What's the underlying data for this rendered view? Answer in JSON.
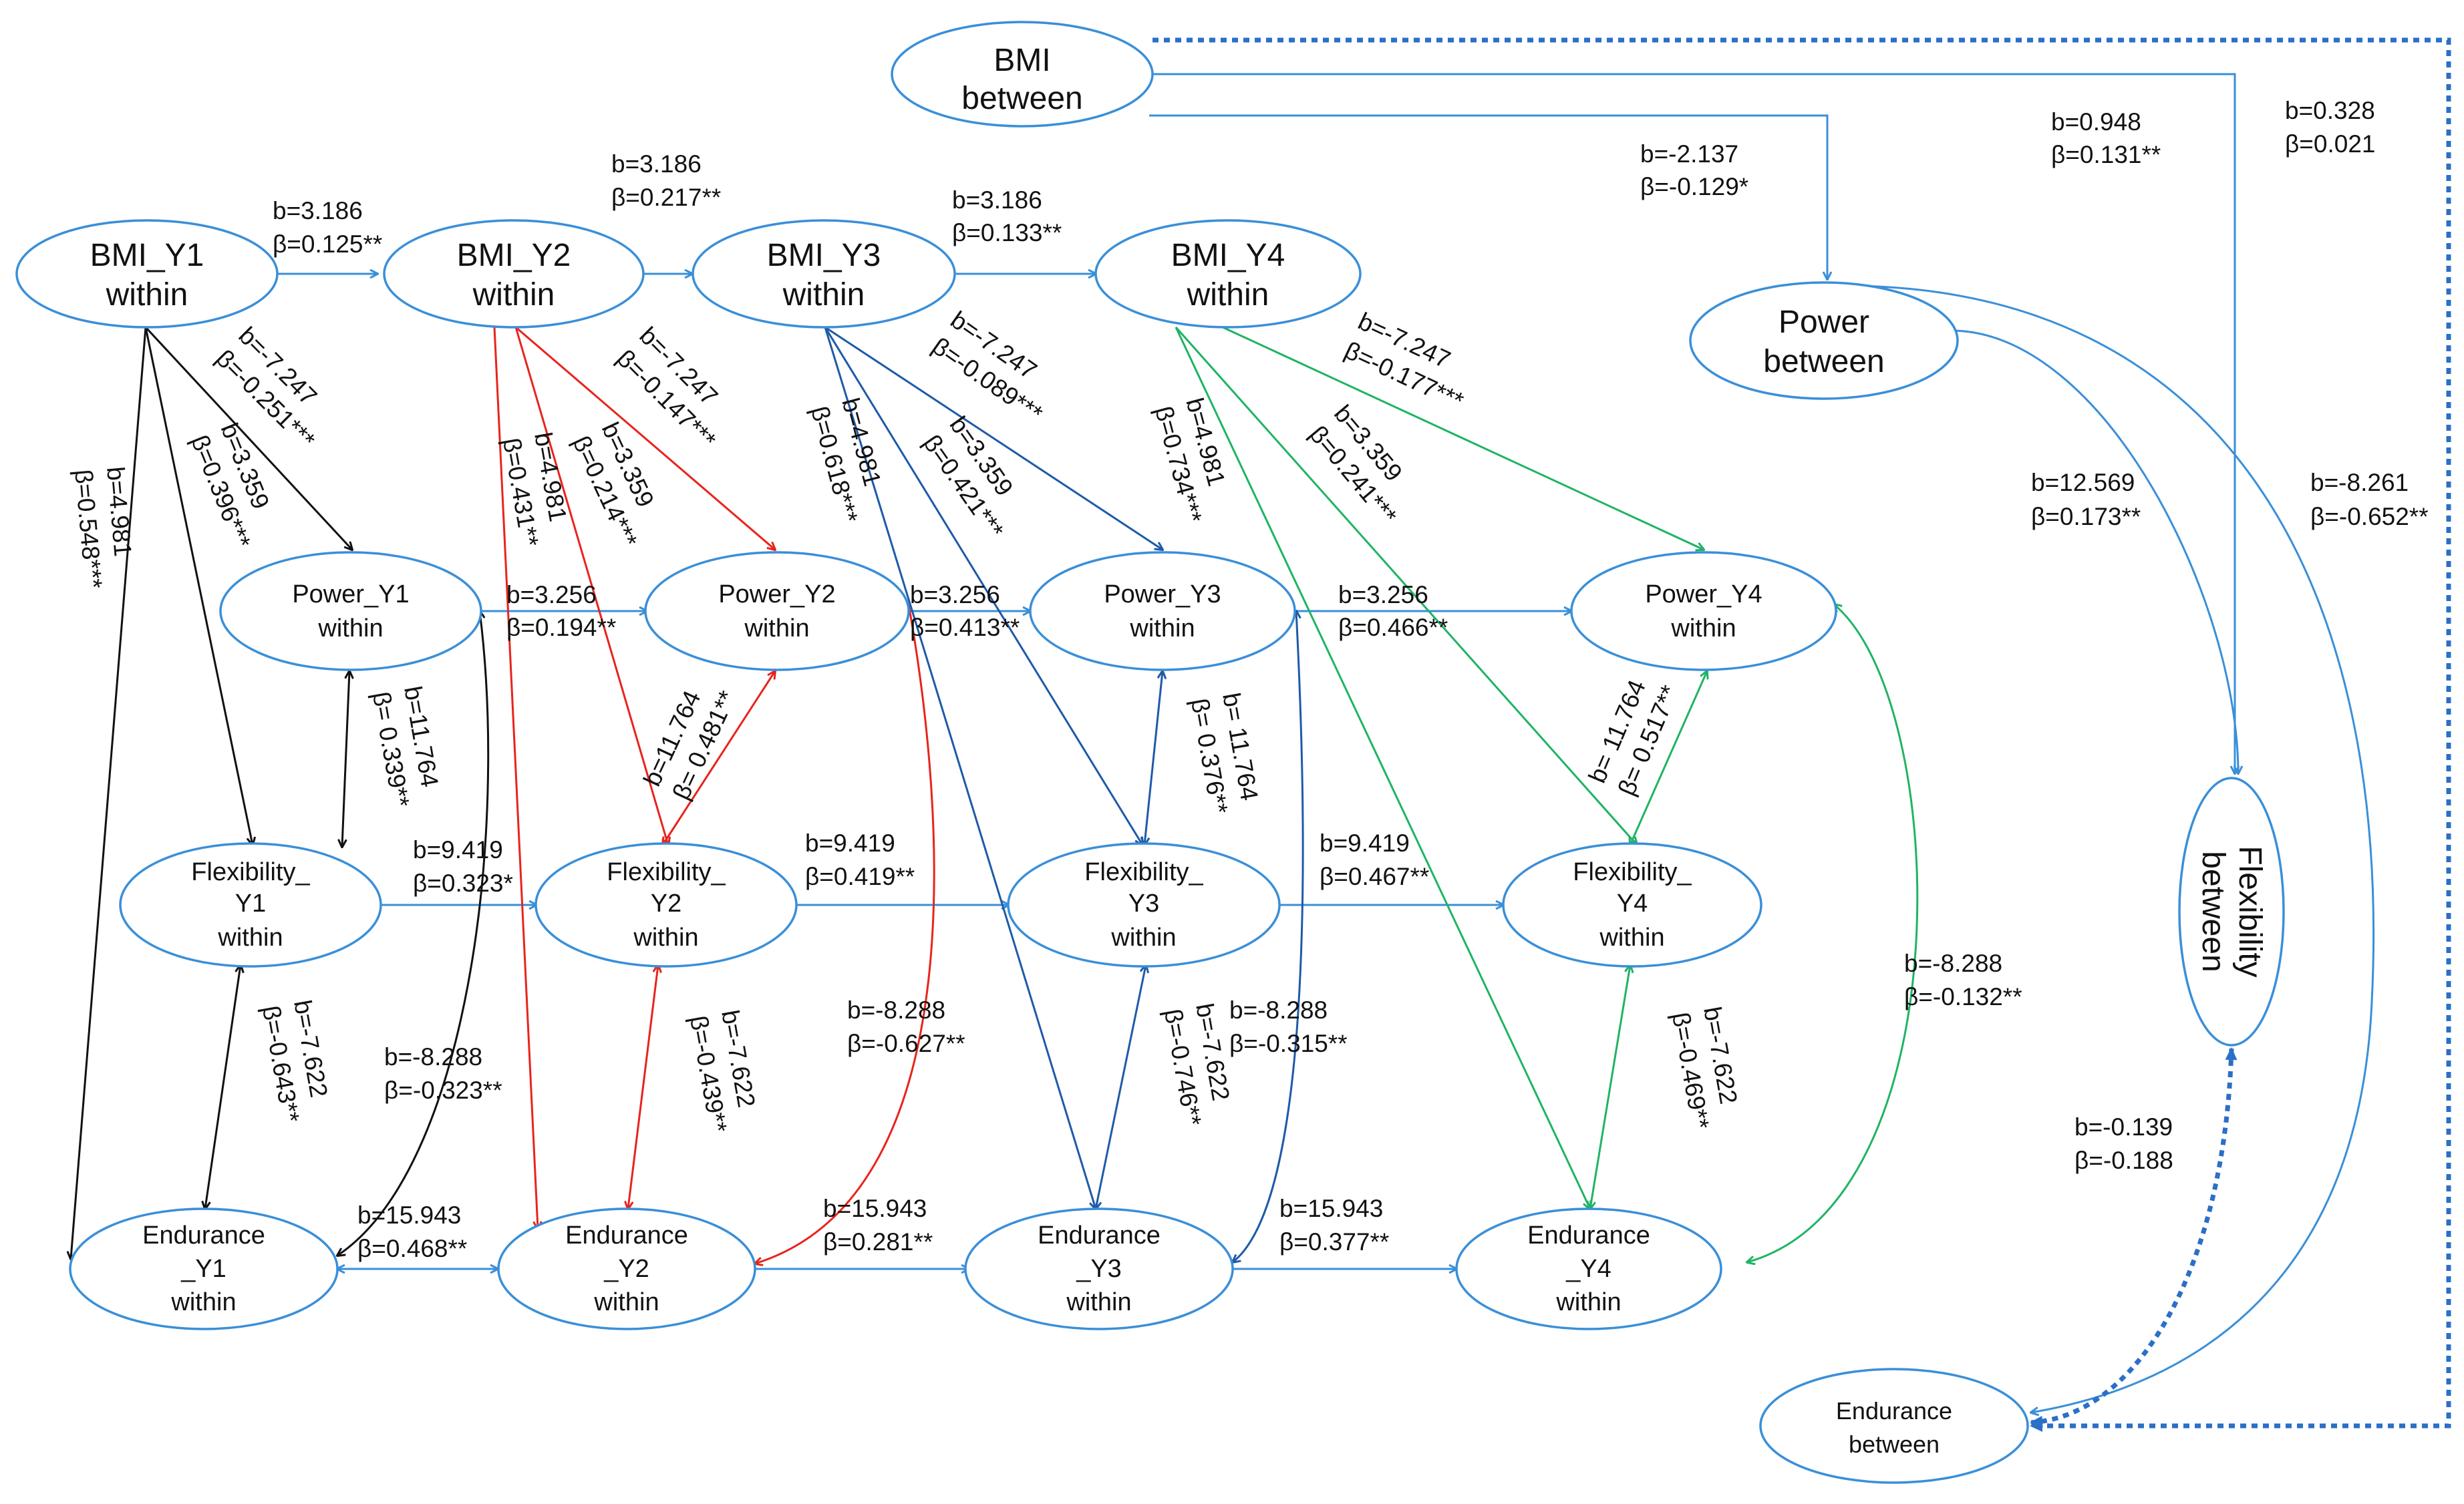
{
  "colors": {
    "node_stroke": "#3a8fd8",
    "blue": "#3a8fd8",
    "black": "#111111",
    "red": "#e8241c",
    "navy": "#1f5aa8",
    "green": "#1fb464",
    "dotted": "#2a6fc8"
  },
  "nodes": {
    "bmi_between": [
      "BMI",
      "between"
    ],
    "power_between": [
      "Power",
      "between"
    ],
    "flexibility_between": [
      "Flexibility",
      "between"
    ],
    "endurance_between": [
      "Endurance",
      "between"
    ],
    "bmi_y1": [
      "BMI_Y1",
      "within"
    ],
    "bmi_y2": [
      "BMI_Y2",
      "within"
    ],
    "bmi_y3": [
      "BMI_Y3",
      "within"
    ],
    "bmi_y4": [
      "BMI_Y4",
      "within"
    ],
    "power_y1": [
      "Power_Y1",
      "within"
    ],
    "power_y2": [
      "Power_Y2",
      "within"
    ],
    "power_y3": [
      "Power_Y3",
      "within"
    ],
    "power_y4": [
      "Power_Y4",
      "within"
    ],
    "flex_y1": [
      "Flexibility_",
      "Y1",
      "within"
    ],
    "flex_y2": [
      "Flexibility_",
      "Y2",
      "within"
    ],
    "flex_y3": [
      "Flexibility_",
      "Y3",
      "within"
    ],
    "flex_y4": [
      "Flexibility_",
      "Y4",
      "within"
    ],
    "end_y1": [
      "Endurance",
      "_Y1",
      "within"
    ],
    "end_y2": [
      "Endurance",
      "_Y2",
      "within"
    ],
    "end_y3": [
      "Endurance",
      "_Y3",
      "within"
    ],
    "end_y4": [
      "Endurance",
      "_Y4",
      "within"
    ]
  },
  "labels": {
    "bmi_y1_y2": [
      "b=3.186",
      "β=0.125**"
    ],
    "bmi_y2_y3": [
      "b=3.186",
      "β=0.217**"
    ],
    "bmi_y3_y4": [
      "b=3.186",
      "β=0.133**"
    ],
    "bmi_between_power": [
      "b=-2.137",
      "β=-0.129*"
    ],
    "bmi_between_flex": [
      "b=0.948",
      "β=0.131**"
    ],
    "bmi_between_end": [
      "b=0.328",
      "β=0.021"
    ],
    "power_flex_between": [
      "b=12.569",
      "β=0.173**"
    ],
    "power_end_between": [
      "b=-8.261",
      "β=-0.652**"
    ],
    "flex_end_between": [
      "b=-0.139",
      "β=-0.188"
    ],
    "bmi1_power": [
      "b=-7.247",
      "β=-0.251***"
    ],
    "bmi1_flex": [
      "b=3.359",
      "β=0.396***"
    ],
    "bmi1_end": [
      "b=4.981",
      "β=0.548***"
    ],
    "bmi2_power": [
      "b=-7.247",
      "β=-0.147***"
    ],
    "bmi2_flex": [
      "b=3.359",
      "β=0.214***"
    ],
    "bmi2_end": [
      "b=4.981",
      "β=0.431**"
    ],
    "bmi3_power": [
      "b=-7.247",
      "β=-0.089***"
    ],
    "bmi3_flex": [
      "b=3.359",
      "β=0.421***"
    ],
    "bmi3_end": [
      "b=4.981",
      "β=0.618***"
    ],
    "bmi4_power": [
      "b=-7.247",
      "β=-0.177***"
    ],
    "bmi4_flex": [
      "b=3.359",
      "β=0.241***"
    ],
    "bmi4_end": [
      "b=4.981",
      "β=0.734***"
    ],
    "power_y1_y2": [
      "b=3.256",
      "β=0.194**"
    ],
    "power_y2_y3": [
      "b=3.256",
      "β=0.413**"
    ],
    "power_y3_y4": [
      "b=3.256",
      "β=0.466**"
    ],
    "flex_y1_y2": [
      "b=9.419",
      "β=0.323*"
    ],
    "flex_y2_y3": [
      "b=9.419",
      "β=0.419**"
    ],
    "flex_y3_y4": [
      "b=9.419",
      "β=0.467**"
    ],
    "end_y1_y2": [
      "b=15.943",
      "β=0.468**"
    ],
    "end_y2_y3": [
      "b=15.943",
      "β=0.281**"
    ],
    "end_y3_y4": [
      "b=15.943",
      "β=0.377**"
    ],
    "pf_y1": [
      "b=11.764",
      "β= 0.339**"
    ],
    "pf_y2": [
      "b=11.764",
      "β= 0.481**"
    ],
    "pf_y3": [
      "b= 11.764",
      "β= 0.376**"
    ],
    "pf_y4": [
      "b= 11.764",
      "β= 0.517**"
    ],
    "fe_y1": [
      "b=-7.622",
      "β=-0.643**"
    ],
    "fe_y2": [
      "b=-7.622",
      "β=-0.439**"
    ],
    "fe_y3": [
      "b=-7.622",
      "β=-0.746**"
    ],
    "fe_y4": [
      "b=-7.622",
      "β=-0.469**"
    ],
    "pe_y1": [
      "b=-8.288",
      "β=-0.323**"
    ],
    "pe_y2": [
      "b=-8.288",
      "β=-0.627**"
    ],
    "pe_y3": [
      "b=-8.288",
      "β=-0.315**"
    ],
    "pe_y4": [
      "b=-8.288",
      "β=-0.132**"
    ]
  }
}
